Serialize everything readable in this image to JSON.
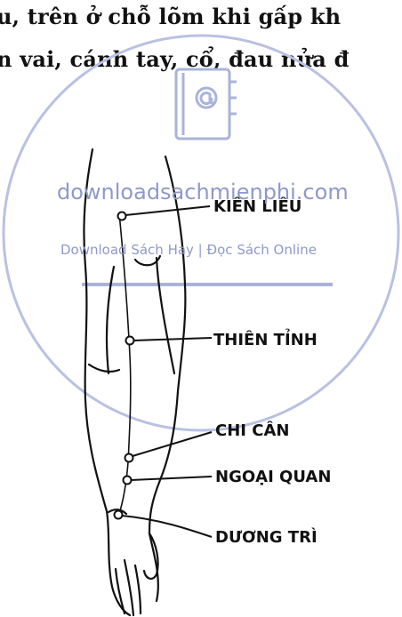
{
  "text": {
    "line1": "u, trên ở chỗ lõm khi gấp kh",
    "line2": "n vai, cánh tay, cổ, đau nửa đ"
  },
  "watermark": {
    "domain": "downloadsachmienphi.com",
    "tagline": "Download Sách Hay | Đọc Sách Online",
    "color": "#8e99c9"
  },
  "figure": {
    "points": [
      {
        "label": "KIÊN LIÊU"
      },
      {
        "label": "THIÊN TỈNH"
      },
      {
        "label": "CHI CÂN"
      },
      {
        "label": "NGOẠI QUAN"
      },
      {
        "label": "DƯƠNG TRÌ"
      }
    ]
  }
}
